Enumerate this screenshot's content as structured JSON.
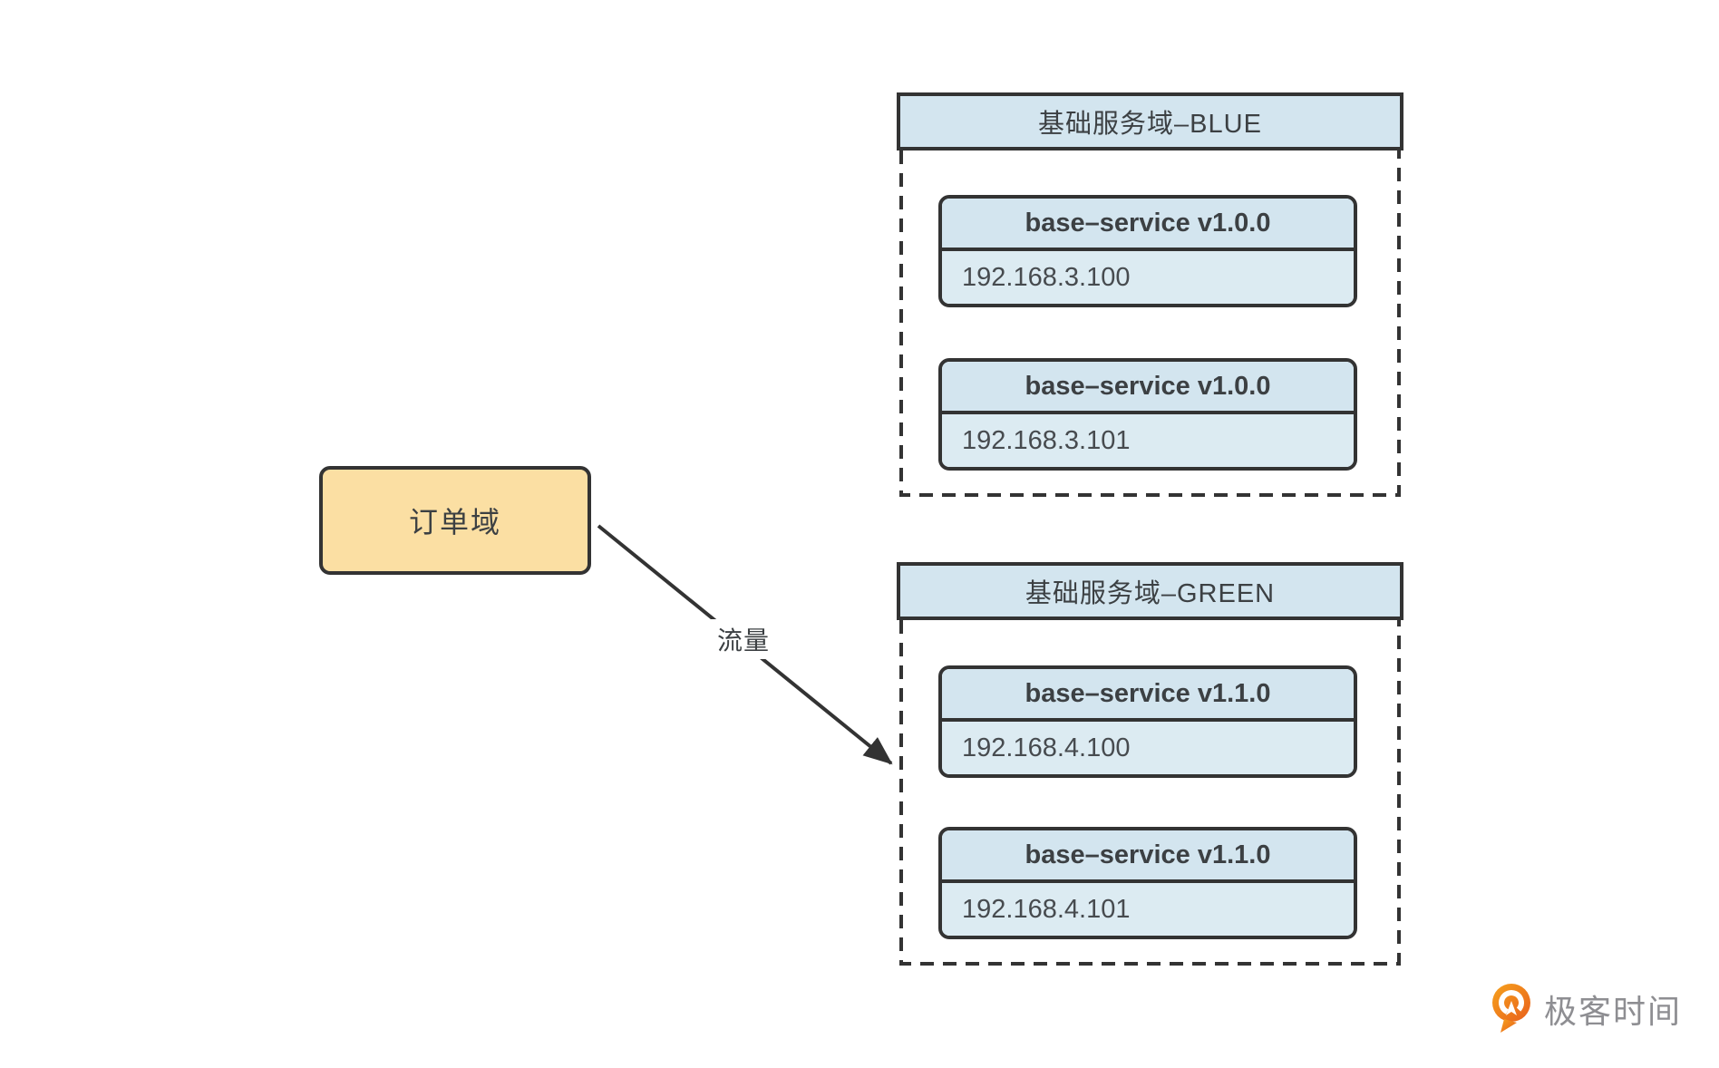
{
  "colors": {
    "border_dark": "#333333",
    "panel_blue": "#d3e5ef",
    "panel_blue_light": "#dcebf2",
    "order_fill": "#fbdfa3",
    "text_dark": "#3c4043",
    "logo_orange": "#ee7c2b",
    "logo_text_gray": "#8e8e92"
  },
  "order_domain": {
    "label": "订单域"
  },
  "traffic_arrow": {
    "label": "流量"
  },
  "groups": [
    {
      "title": "基础服务域–BLUE",
      "services": [
        {
          "name": "base–service v1.0.0",
          "ip": "192.168.3.100"
        },
        {
          "name": "base–service v1.0.0",
          "ip": "192.168.3.101"
        }
      ]
    },
    {
      "title": "基础服务域–GREEN",
      "services": [
        {
          "name": "base–service v1.1.0",
          "ip": "192.168.4.100"
        },
        {
          "name": "base–service v1.1.0",
          "ip": "192.168.4.101"
        }
      ]
    }
  ],
  "watermark": {
    "brand": "极客时间"
  }
}
